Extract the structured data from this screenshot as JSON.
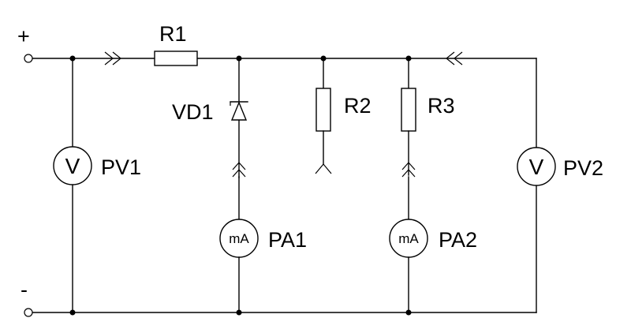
{
  "terminals": {
    "positive": "+",
    "negative": "-"
  },
  "resistors": {
    "r1": "R1",
    "r2": "R2",
    "r3": "R3"
  },
  "diode": {
    "label": "VD1"
  },
  "voltmeters": {
    "pv1": {
      "label": "PV1",
      "symbol": "V"
    },
    "pv2": {
      "label": "PV2",
      "symbol": "V"
    }
  },
  "ammeters": {
    "pa1": {
      "label": "PA1",
      "symbol": "mA"
    },
    "pa2": {
      "label": "PA2",
      "symbol": "mA"
    }
  },
  "colors": {
    "wire": "#000000",
    "background": "#ffffff"
  }
}
